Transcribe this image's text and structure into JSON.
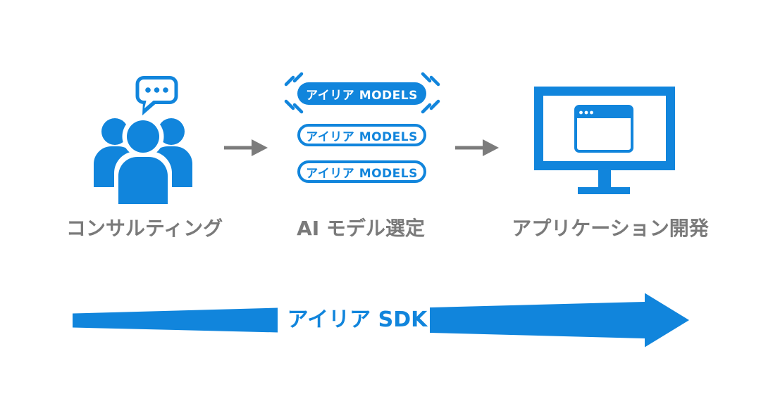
{
  "colors": {
    "brand_blue": "#1185dc",
    "label_gray": "#7a7a7a",
    "arrow_gray": "#7c7c7c"
  },
  "steps": [
    {
      "id": "consulting",
      "label": "コンサルティング",
      "icon": "people-chat-icon"
    },
    {
      "id": "model-selection",
      "label": "AI モデル選定",
      "icon": "model-badges",
      "badges": [
        {
          "text": "アイリア MODELS",
          "highlighted": true
        },
        {
          "text": "アイリア MODELS",
          "highlighted": false
        },
        {
          "text": "アイリア MODELS",
          "highlighted": false
        }
      ]
    },
    {
      "id": "app-development",
      "label": "アプリケーション開発",
      "icon": "monitor-icon"
    }
  ],
  "sdk_arrow": {
    "label": "アイリア SDK"
  }
}
